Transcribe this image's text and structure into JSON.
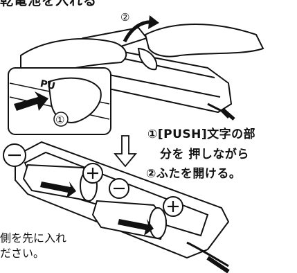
{
  "heading": "乾電池を入れる",
  "step_markers": {
    "step1": "①",
    "step2": "②"
  },
  "push_label": "PU",
  "instructions": {
    "line1": "①[PUSH]文字の部",
    "line2": "分を 押しながら",
    "line3": "②ふたを開ける。"
  },
  "note": {
    "line1": "側を先に入れ",
    "line2": "ださい。"
  },
  "polarity": {
    "minus": "−",
    "plus": "+"
  }
}
